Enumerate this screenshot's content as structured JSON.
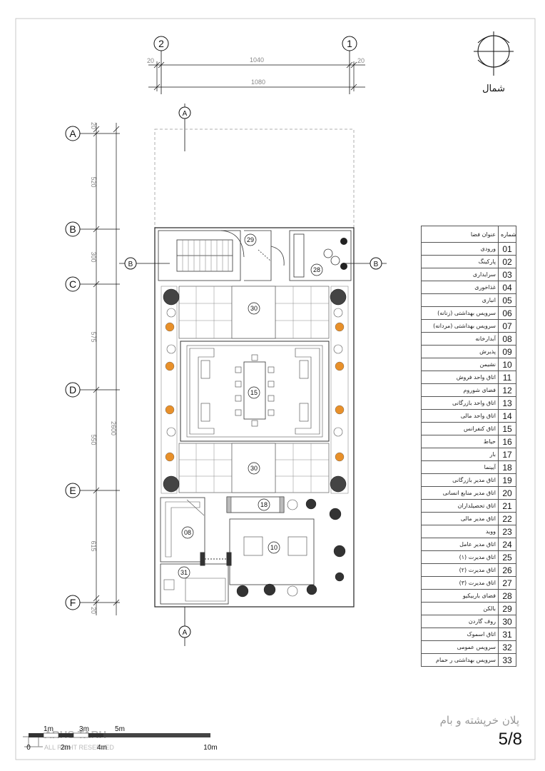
{
  "grid_columns": [
    {
      "label": "2"
    },
    {
      "label": "1"
    }
  ],
  "grid_rows": [
    {
      "label": "A"
    },
    {
      "label": "B"
    },
    {
      "label": "C"
    },
    {
      "label": "D"
    },
    {
      "label": "E"
    },
    {
      "label": "F"
    }
  ],
  "dimensions": {
    "top_edge_left": "20",
    "top_edge_right": "20",
    "top_inner": "1040",
    "top_total": "1080",
    "left_segments": [
      "20",
      "520",
      "300",
      "575",
      "550",
      "615",
      "20"
    ],
    "left_total": "2600"
  },
  "section_markers": {
    "a": "A",
    "b": "B"
  },
  "north_label": "شمال",
  "room_tags": [
    "29",
    "28",
    "30",
    "15",
    "30",
    "18",
    "08",
    "10",
    "31"
  ],
  "legend": {
    "header_name": "عنوان فضا",
    "header_num": "شماره",
    "rows": [
      {
        "num": "01",
        "name": "ورودی"
      },
      {
        "num": "02",
        "name": "پارکینگ"
      },
      {
        "num": "03",
        "name": "سرایداری"
      },
      {
        "num": "04",
        "name": "غذاخوری"
      },
      {
        "num": "05",
        "name": "انباری"
      },
      {
        "num": "06",
        "name": "سرویس بهداشتی (زنانه)"
      },
      {
        "num": "07",
        "name": "سرویس بهداشتی (مردانه)"
      },
      {
        "num": "08",
        "name": "آبدارخانه"
      },
      {
        "num": "09",
        "name": "پذیرش"
      },
      {
        "num": "10",
        "name": "نشیمن"
      },
      {
        "num": "11",
        "name": "اتاق واحد فروش"
      },
      {
        "num": "12",
        "name": "فضای شوروم"
      },
      {
        "num": "13",
        "name": "اتاق واحد بازرگانی"
      },
      {
        "num": "14",
        "name": "اتاق واحد مالی"
      },
      {
        "num": "15",
        "name": "اتاق کنفرانس"
      },
      {
        "num": "16",
        "name": "حیاط"
      },
      {
        "num": "17",
        "name": "بار"
      },
      {
        "num": "18",
        "name": "آیینما"
      },
      {
        "num": "19",
        "name": "اتاق مدیر بازرگانی"
      },
      {
        "num": "20",
        "name": "اتاق مدیر منابع انسانی"
      },
      {
        "num": "21",
        "name": "اتاق تحصیلداران"
      },
      {
        "num": "22",
        "name": "اتاق مدیر مالی"
      },
      {
        "num": "23",
        "name": "ووید"
      },
      {
        "num": "24",
        "name": "اتاق مدیر عامل"
      },
      {
        "num": "25",
        "name": "اتاق مدیرت (۱)"
      },
      {
        "num": "26",
        "name": "اتاق مدیرت (۲)"
      },
      {
        "num": "27",
        "name": "اتاق مدیرت (۳)"
      },
      {
        "num": "28",
        "name": "فضای باربیکیو"
      },
      {
        "num": "29",
        "name": "بالکن"
      },
      {
        "num": "30",
        "name": "روف گاردن"
      },
      {
        "num": "31",
        "name": "اتاق اسموک"
      },
      {
        "num": "32",
        "name": "سرویس عمومی"
      },
      {
        "num": "33",
        "name": "سرویس بهداشتی ر حمام"
      }
    ]
  },
  "scale_bar": {
    "top_labels": [
      "1m",
      "3m",
      "5m"
    ],
    "bottom_labels": [
      "0",
      "2m",
      "4m",
      "10m"
    ]
  },
  "watermark": {
    "text": "ARHS TARH",
    "sub": "ALL RIGHT RESERVED"
  },
  "sheet": {
    "title": "پلان خرپشته و بام",
    "number": "5/8"
  }
}
